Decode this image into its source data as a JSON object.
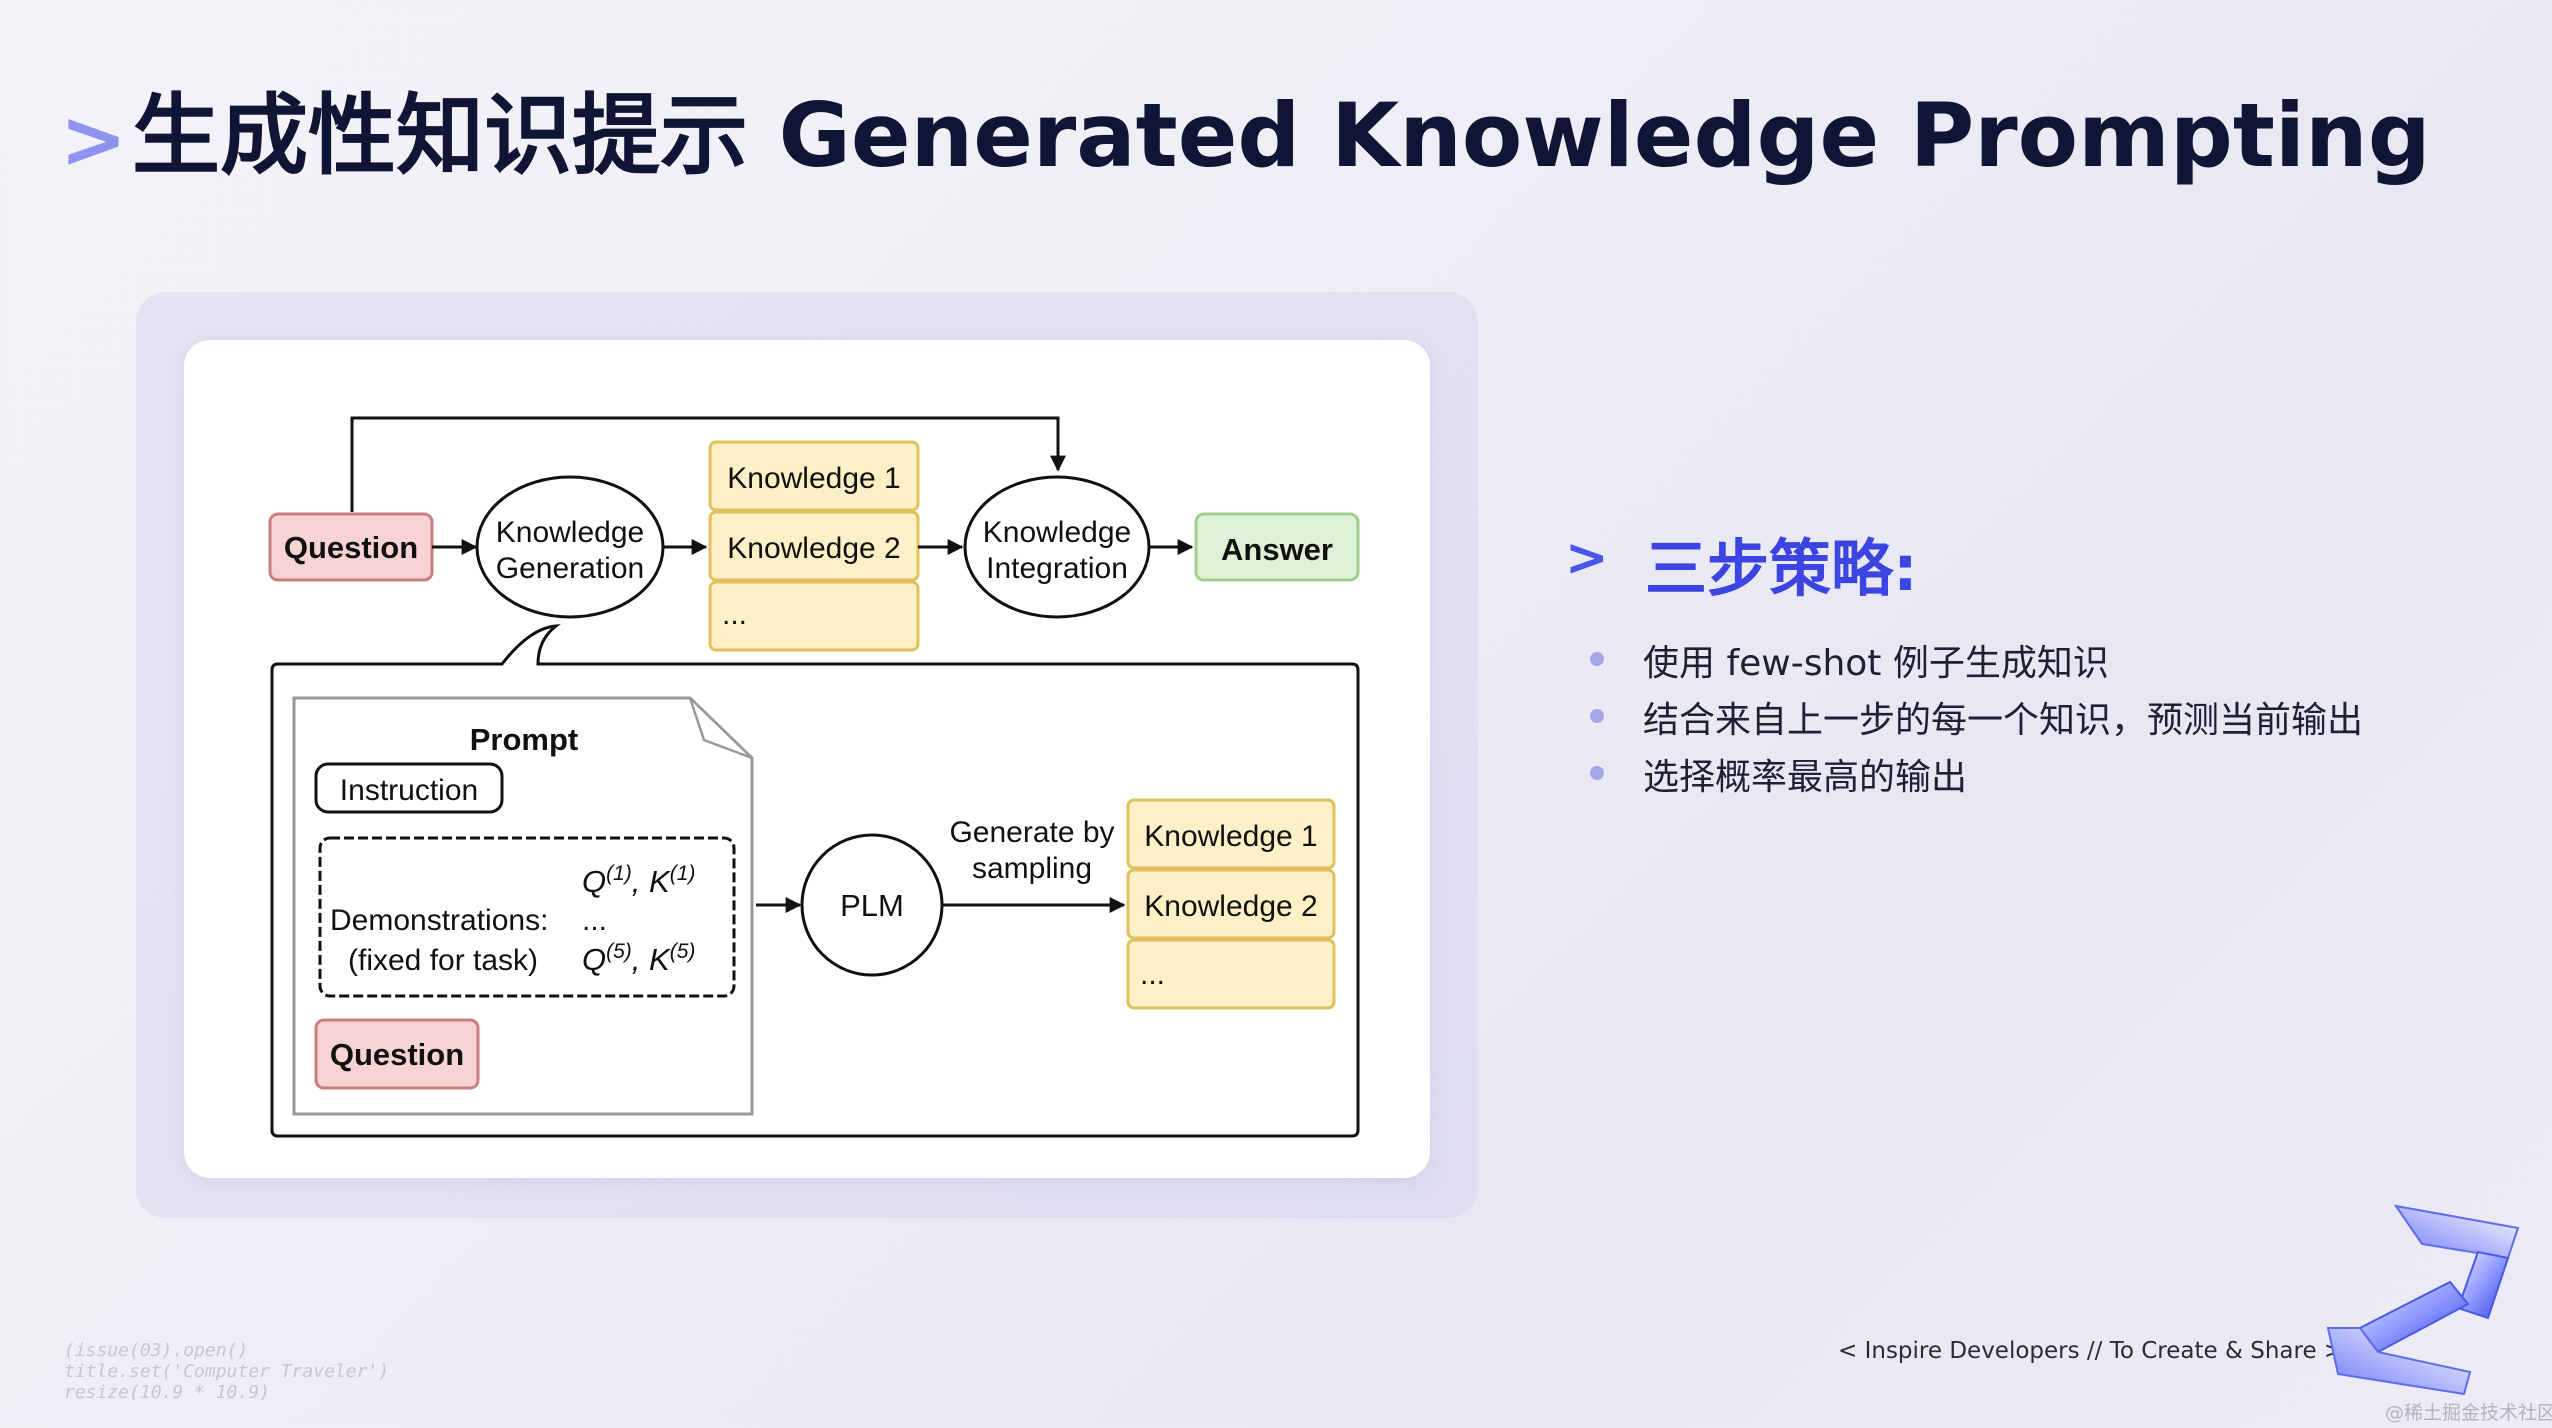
{
  "title": "生成性知识提示 Generated Knowledge Prompting",
  "diagram": {
    "top_flow": {
      "question": "Question",
      "knowledge_generation": [
        "Knowledge",
        "Generation"
      ],
      "knowledge_items": [
        "Knowledge 1",
        "Knowledge 2",
        "..."
      ],
      "knowledge_integration": [
        "Knowledge",
        "Integration"
      ],
      "answer": "Answer"
    },
    "detail": {
      "prompt_label": "Prompt",
      "instruction": "Instruction",
      "demo_q1": "Q",
      "demo_k1": "K",
      "demo_sup1": "(1)",
      "demo_q5": "Q",
      "demo_k5": "K",
      "demo_sup5": "(5)",
      "demonstrations": "Demonstrations:",
      "fixed": "(fixed for task)",
      "ellipsis": "...",
      "question": "Question",
      "plm": "PLM",
      "generate_by_sampling": [
        "Generate by",
        "sampling"
      ],
      "knowledge_items": [
        "Knowledge 1",
        "Knowledge 2",
        "..."
      ]
    },
    "colors": {
      "question_fill": "#f8d3d3",
      "question_stroke": "#c97f7f",
      "knowledge_fill": "#fdf0c6",
      "knowledge_stroke": "#e0c15c",
      "answer_fill": "#dff2d8",
      "answer_stroke": "#9ed08b"
    }
  },
  "strategy": {
    "arrow": ">",
    "heading": "三步策略:",
    "bullets": [
      "使用 few-shot 例子生成知识",
      "结合来自上一步的每一个知识，预测当前输出",
      "选择概率最高的输出"
    ]
  },
  "footer": {
    "tagline": "< Inspire Developers  //  To Create & Share >",
    "code_lines": [
      "(issue(03).open()",
      "title.set('Computer Traveler')",
      "resize(10.9 * 10.9)"
    ],
    "watermark": "@稀土掘金技术社区"
  }
}
